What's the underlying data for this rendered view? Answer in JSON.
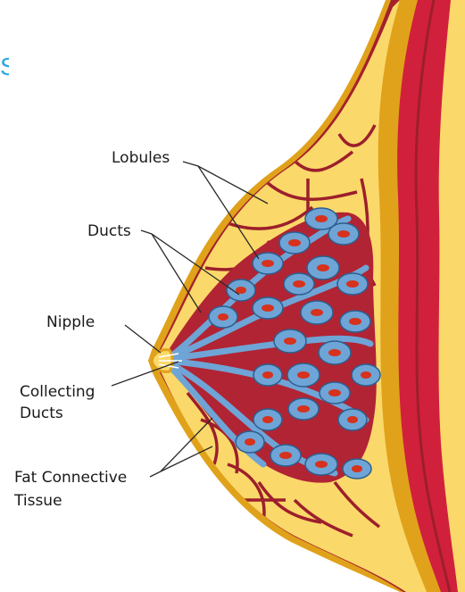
{
  "labels": {
    "lobules": "Lobules",
    "ducts": "Ducts",
    "nipple": "Nipple",
    "collecting_line1": "Collecting",
    "collecting_line2": "Ducts",
    "fat_line1": "Fat Connective",
    "fat_line2": "Tissue"
  },
  "edge_fragment": "S",
  "colors": {
    "skin_outline": "#e0a21b",
    "fat_fill": "#fbd86a",
    "septa": "#9c1f2b",
    "muscle": "#d1203b",
    "duct_blue": "#6fa4d6",
    "lobule_core": "#d6321d",
    "fragment_color": "#2aa7df"
  }
}
